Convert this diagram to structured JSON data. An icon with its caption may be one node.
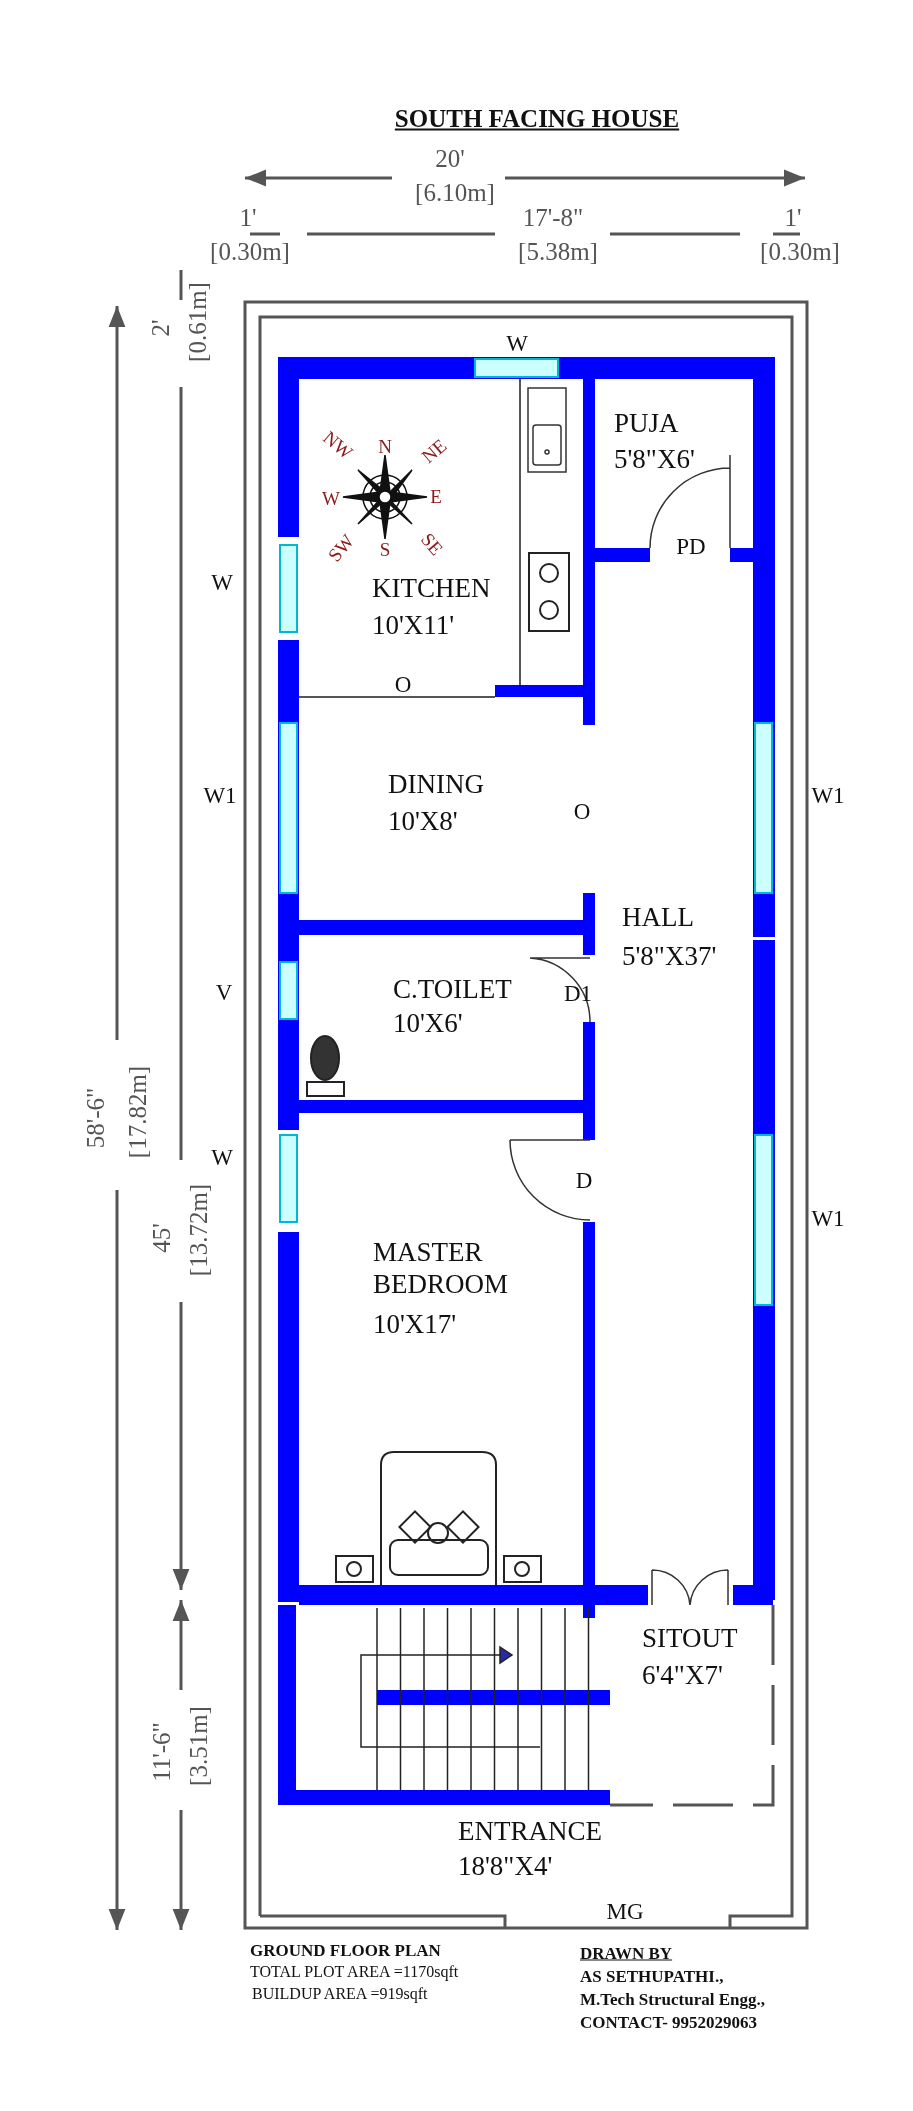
{
  "diagram": {
    "title": "SOUTH FACING HOUSE",
    "nodes": [
      {
        "text": [
          "KITCHEN",
          "10'X11'"
        ]
      },
      {
        "text": [
          "PUJA",
          "5'8\"X6'"
        ]
      },
      {
        "text": [
          "DINING",
          "10'X8'"
        ]
      },
      {
        "text": [
          "HALL",
          "5'8\"X37'"
        ]
      },
      {
        "text": [
          "C.TOILET",
          "10'X6'"
        ]
      },
      {
        "text": [
          "MASTER BEDROOM",
          "10'X17'"
        ]
      },
      {
        "text": [
          "SITOUT",
          "6'4\"X7'"
        ]
      },
      {
        "text": [
          "ENTRANCE",
          "18'8\"X4'"
        ]
      }
    ],
    "labels": [
      "20'",
      "[6.10m]",
      "1'",
      "[0.30m]",
      "17'-8\"",
      "[5.38m]",
      "1'",
      "[0.30m]",
      "2'",
      "[0.61m]",
      "W",
      "NW",
      "N",
      "NE",
      "W",
      "E",
      "SW",
      "S",
      "SE",
      "W",
      "PD",
      "O",
      "W1",
      "O",
      "W1",
      "58'-6\"",
      "[17.82m]",
      "V",
      "D1",
      "W",
      "D",
      "45'",
      "[13.72m]",
      "W1",
      "11'-6\"",
      "[3.51m]",
      "MG",
      "GROUND FLOOR PLAN",
      "TOTAL PLOT AREA =1170sqft",
      "BUILDUP AREA =919sqft",
      "DRAWN BY",
      "AS SETHUPATHI.,",
      "M.Tech Structural Engg.,",
      "CONTACT- 9952029063"
    ]
  }
}
